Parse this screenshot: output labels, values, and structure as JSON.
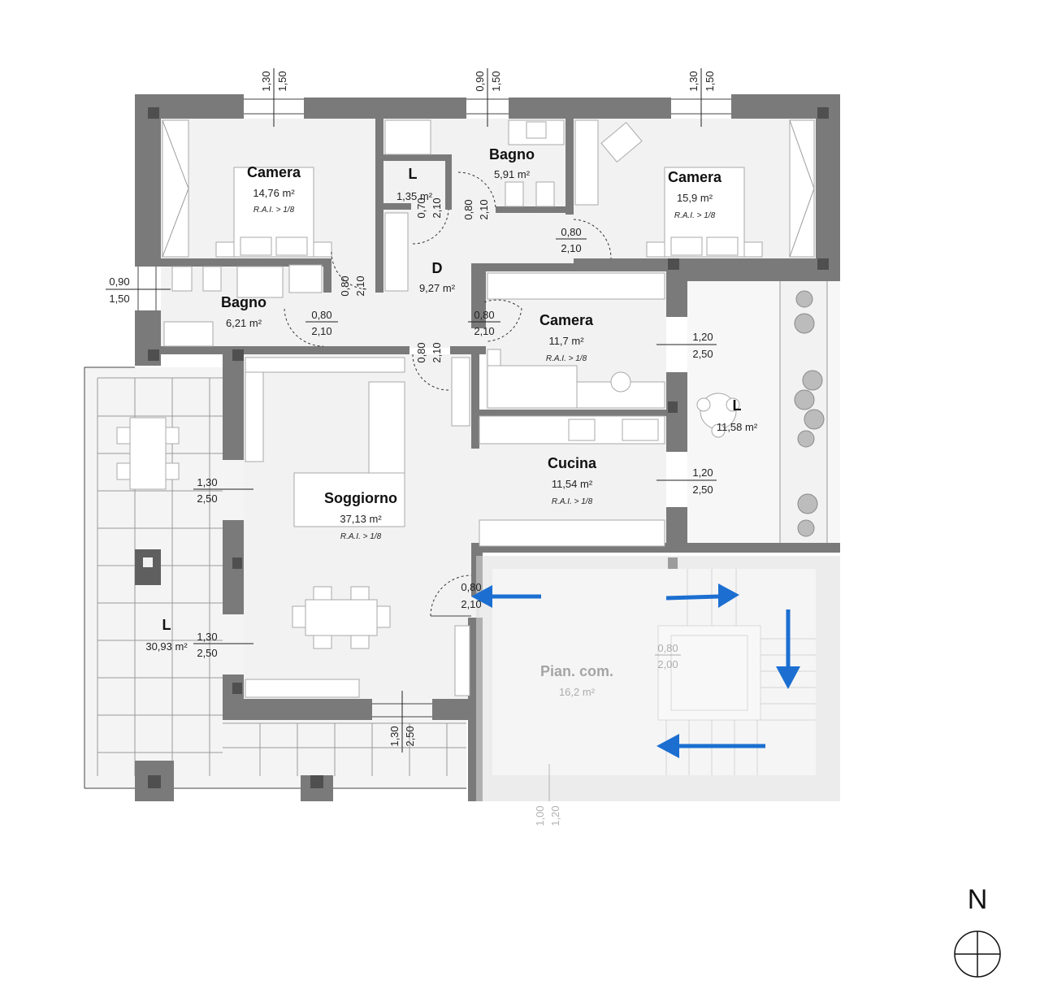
{
  "rooms": {
    "camera_nw": {
      "name": "Camera",
      "area": "14,76 m²",
      "rai": "R.A.I. > 1/8"
    },
    "bagno_n": {
      "name": "Bagno",
      "area": "5,91 m²"
    },
    "camera_ne": {
      "name": "Camera",
      "area": "15,9 m²",
      "rai": "R.A.I. > 1/8"
    },
    "ripostiglio_l": {
      "name": "L",
      "area": "1,35 m²"
    },
    "disimpegno": {
      "name": "D",
      "area": "9,27 m²"
    },
    "bagno_w": {
      "name": "Bagno",
      "area": "6,21 m²"
    },
    "camera_e": {
      "name": "Camera",
      "area": "11,7 m²",
      "rai": "R.A.I. > 1/8"
    },
    "loggia_e": {
      "name": "L",
      "area": "11,58 m²"
    },
    "cucina": {
      "name": "Cucina",
      "area": "11,54 m²",
      "rai": "R.A.I. > 1/8"
    },
    "soggiorno": {
      "name": "Soggiorno",
      "area": "37,13 m²",
      "rai": "R.A.I. > 1/8"
    },
    "loggia_w": {
      "name": "L",
      "area": "30,93 m²"
    },
    "pian_com": {
      "name": "Pian. com.",
      "area": "16,2 m²"
    }
  },
  "dimensions": {
    "win_top_left": {
      "w": "1,30",
      "h": "1,50"
    },
    "win_top_mid": {
      "w": "0,90",
      "h": "1,50"
    },
    "win_top_right": {
      "w": "1,30",
      "h": "1,50"
    },
    "win_bagno_w": {
      "w": "0,90",
      "h": "1,50"
    },
    "door_l": {
      "w": "0,70",
      "h": "2,10"
    },
    "door_bagno_n": {
      "w": "0,80",
      "h": "2,10"
    },
    "door_camera_ne": {
      "w": "0,80",
      "h": "2,10"
    },
    "door_bagno_w_v": {
      "w": "0,80",
      "h": "2,10"
    },
    "door_bagno_w_h": {
      "w": "0,80",
      "h": "2,10"
    },
    "door_camera_e": {
      "w": "0,80",
      "h": "2,10"
    },
    "door_soggiorno": {
      "w": "0,80",
      "h": "2,10"
    },
    "win_camera_e": {
      "w": "1,20",
      "h": "2,50"
    },
    "win_cucina": {
      "w": "1,20",
      "h": "2,50"
    },
    "win_sogg_w1": {
      "w": "1,30",
      "h": "2,50"
    },
    "win_sogg_w2": {
      "w": "1,30",
      "h": "2,50"
    },
    "win_sogg_s": {
      "w": "1,30",
      "h": "2,50"
    },
    "door_ingresso": {
      "w": "0,80",
      "h": "2,10"
    },
    "door_lift": {
      "w": "0,80",
      "h": "2,00"
    },
    "win_stair": {
      "w": "1,00",
      "h": "1,20"
    }
  },
  "compass": {
    "label": "N"
  },
  "colors": {
    "wall": "#7a7a7a",
    "arrow": "#1c6fd1",
    "floor": "#f2f2f2"
  }
}
